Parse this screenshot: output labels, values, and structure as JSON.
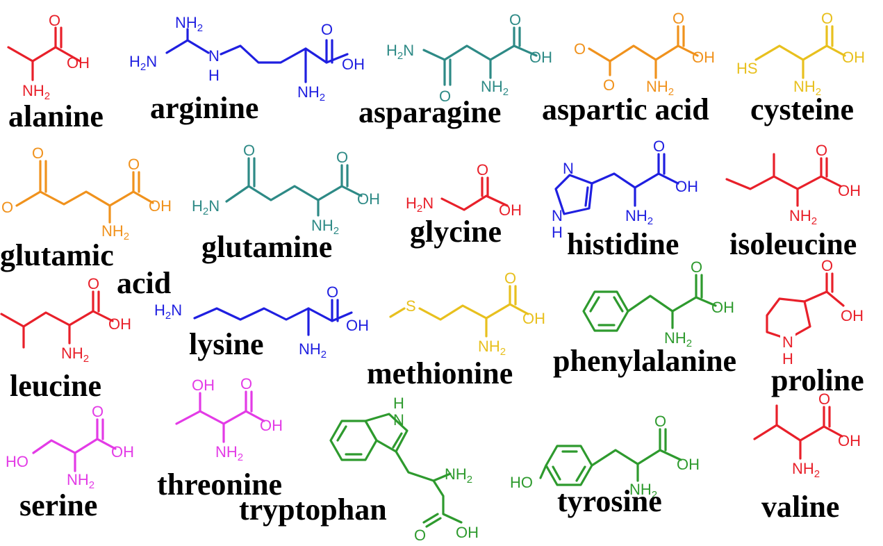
{
  "colors": {
    "red": "#e8202a",
    "blue": "#1f1fe0",
    "teal": "#2e8a86",
    "orange": "#f0921d",
    "yellow": "#e8c01e",
    "magenta": "#e33be6",
    "green": "#2e9a2e",
    "text": "#000000"
  },
  "atom_labels": {
    "oh": "OH",
    "o": "O",
    "n": "N",
    "nh2": "NH",
    "h2n": "H",
    "h": "H",
    "hs": "HS",
    "s": "S",
    "ho": "HO",
    "two": "2"
  },
  "amino_acids": [
    {
      "key": "alanine",
      "name": "alanine",
      "color": "red"
    },
    {
      "key": "arginine",
      "name": "arginine",
      "color": "blue"
    },
    {
      "key": "asparagine",
      "name": "asparagine",
      "color": "teal"
    },
    {
      "key": "aspartic",
      "name": "aspartic acid",
      "color": "orange"
    },
    {
      "key": "cysteine",
      "name": "cysteine",
      "color": "yellow"
    },
    {
      "key": "glutamic1",
      "name": "glutamic",
      "color": "orange"
    },
    {
      "key": "glutamic2",
      "name": "acid",
      "color": "orange"
    },
    {
      "key": "glutamine",
      "name": "glutamine",
      "color": "teal"
    },
    {
      "key": "glycine",
      "name": "glycine",
      "color": "red"
    },
    {
      "key": "histidine",
      "name": "histidine",
      "color": "blue"
    },
    {
      "key": "isoleucine",
      "name": "isoleucine",
      "color": "red"
    },
    {
      "key": "leucine",
      "name": "leucine",
      "color": "red"
    },
    {
      "key": "lysine",
      "name": "lysine",
      "color": "blue"
    },
    {
      "key": "methionine",
      "name": "methionine",
      "color": "yellow"
    },
    {
      "key": "phenylalanine",
      "name": "phenylalanine",
      "color": "green"
    },
    {
      "key": "proline",
      "name": "proline",
      "color": "red"
    },
    {
      "key": "serine",
      "name": "serine",
      "color": "magenta"
    },
    {
      "key": "threonine",
      "name": "threonine",
      "color": "magenta"
    },
    {
      "key": "tryptophan",
      "name": "tryptophan",
      "color": "green"
    },
    {
      "key": "tyrosine",
      "name": "tyrosine",
      "color": "green"
    },
    {
      "key": "valine",
      "name": "valine",
      "color": "red"
    }
  ]
}
